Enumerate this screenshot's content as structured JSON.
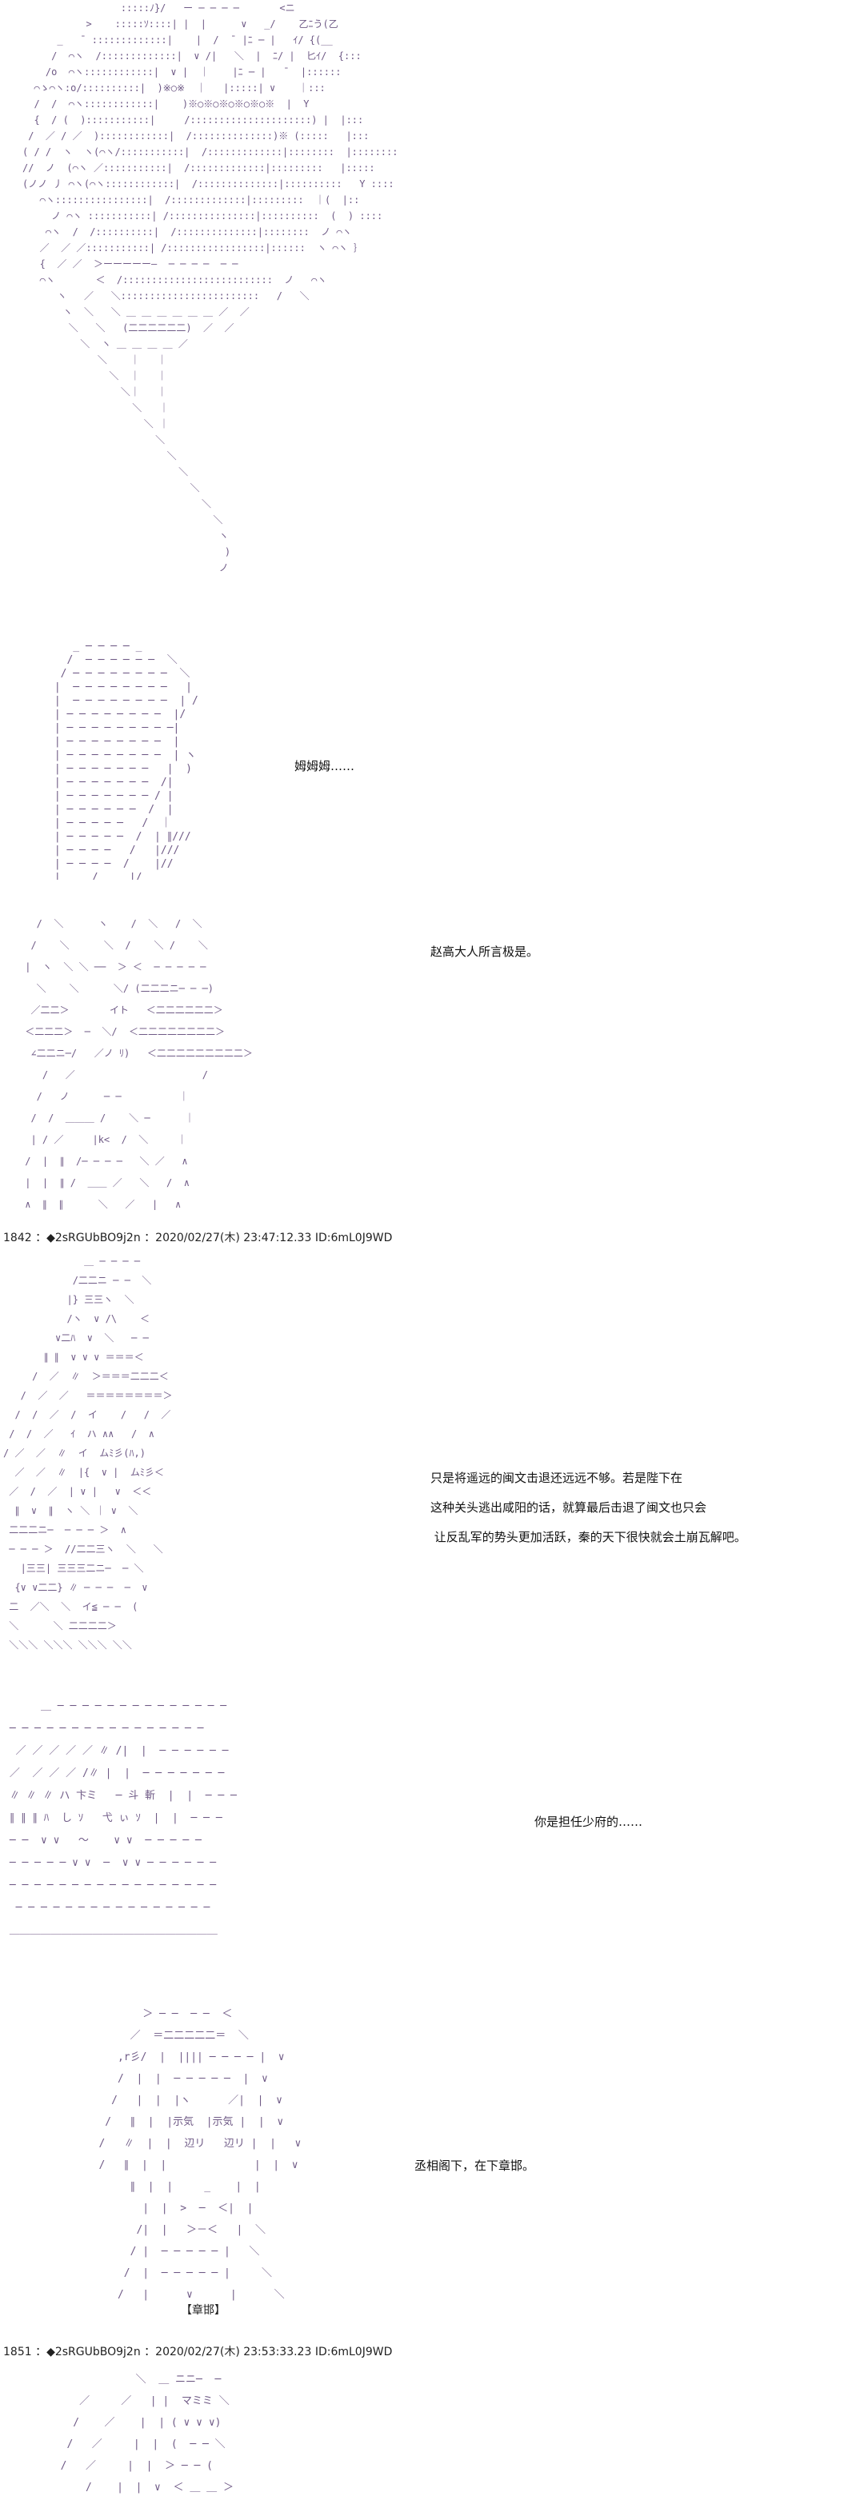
{
  "scenes": [
    {
      "art": "                 :::::ﾉ}/   ー ─ ─ ─ ─       <ニ          \n           >    :::::ｿ::::| |  |      ∨   _/    乙ﾆう(乙\n      _   ̄  :::::::::::::|    |  /  ̄  |ﾆ ─ |   ｲ/ {(__\n     /  ⌒ヽ  /:::::::::::::|  ∨ /|   ＼  |  ﾆ/ |  匕ｲ/  {:::\n    /o  ⌒ヽ::::::::::::|  ∨ |  ｜    |ﾆ ─ |   ̄   |::::::\n  ⌒ゝ⌒ヽ:o/::::::::::|  )※○※  ｜   |:::::| ∨    ｜:::\n  /  /  ⌒ヽ::::::::::::|    )※○※○※○※○※○※  |  Y\n  {  / (  ):::::::::::|     /:::::::::::::::::::::) |  |:::\n /  ／ / ／  )::::::::::::|  /::::::::::::::)※ (:::::   |:::\n( / /  ヽ  ヽ(⌒ヽ/:::::::::::|  /:::::::::::::|::::::::  |::::::::\n//  ノ  (⌒ヽ ／:::::::::::|  /:::::::::::::|:::::::::   |:::::\n(ノノ 丿 ⌒ヽ(⌒ヽ::::::::::::|  /::::::::::::::|::::::::::   Y ::::\n   ⌒ヽ::::::::::::::::|  /:::::::::::::|:::::::::  ｜(  |::\n     ノ ⌒ヽ :::::::::::| /:::::::::::::::|::::::::::  (  ) ::::\n    ⌒ヽ  /  /::::::::::|  /::::::::::::::|::::::::  ノ ⌒ヽ\n   ／  ／ ／:::::::::::| /:::::::::::::::::|::::::  ヽ ⌒ヽ ｝\n   {  ／ ／  ＞ーーーーー―  ─ ─ ─ ─  ─ ─\n   ⌒ヽ       ＜  /::::::::::::::::::::::::::  ノ   ⌒ヽ\n      ヽ   ／   ＼::::::::::::::::::::::::   /   ＼\n       ヽ  ＼   ＼ ＿ ＿ ＿ ＿ ＿ ＿ ／  ／\n        ＼   ＼   (二二二二二二)  ／  ／\n          ＼  ヽ ＿ ＿ ＿ ＿ ／\n             ＼    ｜   ｜\n               ＼  ｜   ｜\n                 ＼｜   ｜\n                   ＼   ｜\n                     ＼ ｜\n                       ＼\n                         ＼\n                           ＼\n                             ＼\n                               ＼\n                                 ＼\n                                  ヽ\n                                   )\n                                  ノ",
      "dialogue": ""
    },
    {
      "art": "    _ ─ ─ ─ ─ _\n   /  ─ ─ ─ ─ ─ ─  ＼\n  / ─ ─ ─ ─ ─ ─ ─ ─  ＼\n |  ─ ─ ─ ─ ─ ─ ─ ─   |\n |  ─ ─ ─ ─ ─ ─ ─ ─  | /\n | ─ ─ ─ ─ ─ ─ ─ ─  |/\n | ─ ─ ─ ─ ─ ─ ─ ─ ─|\n | ─ ─ ─ ─ ─ ─ ─ ─  |\n | ─ ─ ─ ─ ─ ─ ─ ─  | ヽ\n | ─ ─ ─ ─ ─ ─ ─   |  )\n | ─ ─ ─ ─ ─ ─ ─  /|\n | ─ ─ ─ ─ ─ ─ ─ / |\n | ─ ─ ─ ─ ─ ─  /  |\n | ─ ─ ─ ─ ─   /  ｜\n | ─ ─ ─ ─ ─  /  | ∥///\n | ─ ─ ─ ─   /   |///\n | ─ ─ ─ ─  /    |//\n |_____/_____|/",
      "dialogue": "姆姆姆……"
    },
    {
      "art": "   /  ＼      ヽ    /  ＼   /  ＼\n  /    ＼      ＼  /    ＼ /    ＼\n |  ヽ  ＼ ＼ ──  ＞ ＜  ─ ─ ─ ─ ─\n   ＼    ＼      ＼/ (二二二ニ─ ─ ─)\n  ／二二＞       イト   ＜二二二二二二＞\n ＜二二二＞  ─  ＼/  ＜二二二二二二二二＞\n  ∠二二ニ─/   ／ノ ﾘ)   ＜二二二二二二二二二＞\n    /   ／                      /\n   /   ノ      ─ ─          ｜\n  /  /  ＿＿＿ /    ＼ ─      ｜\n  | / ／     |k<  /  ＼     ｜\n /  |  ∥  /─ ─ ─ ─   ＼ ／   ∧\n |  |  ∥ /  ＿＿ ／   ＼   /  ∧\n ∧  ∥  ∥      ＼   ／   |   ∧",
      "dialogue": "赵高大人所言极是。"
    },
    {
      "header": "1842 ：◆2sRGUbBO9j2n ：2020/02/27(木) 23:47:12.33 ID:6mL0J9WD",
      "art": "              ＿ ─ ─ ─ ─\n            /二二ニ ─ ─  ＼\n           |} 三三ヽ  ＼\n           /ヽ  ∨ /\\    ＜\n         ∨二ﾊ  ∨  ＼   ─ ─\n       ∥ ∥  ∨ ∨ ∨ ＝＝＝＜\n     /  ／  ∥  ＞＝＝＝二二二＜\n   /  ／  ／   ＝＝＝＝＝＝＝＝＞\n  /  /  ／  /  イ    /   /  ／\n /  /  ／   ｲ  ハ ∧∧   /  ∧\n/ ／  ／  ∥  イ  ムﾐ彡(ﾊ,)\n  ／  ／  ∥  |{  ∨ |  ムﾐ彡＜\n ／  /  ／  | ∨ |   ∨  ＜＜\n  ∥  ∨  ∥  ヽ ＼ ｜ ∨  ＼\n 二二二ニ─  ─ ─ ─ ＞  ∧\n ─ ─ ─ ＞  //二二三ヽ  ＼   ＼\n   |三三| 三三三二ニ─  ─ ＼\n  {∨ ∨二二} ∥ ─ ─ ─  ─  ∨\n 二  ／＼  ＼  イ≦ ─ ─  (\n ＼      ＼ 二二二二＞\n ＼＼＼ ＼＼＼ ＼＼＼ ＼＼",
      "dialogue": "只是将遥远的闽文击退还远远不够。若是陛下在\n这种关头逃出咸阳的话，就算最后击退了闽文也只会\n 让反乱军的势头更加活跃，秦的天下很快就会土崩瓦解吧。"
    },
    {
      "art": "      ＿ ─ ─ ─ ─ ─ ─ ─ ─ ─ ─ ─ ─ ─ ─\n ─ ─ ─ ─ ─ ─ ─ ─ ─ ─ ─ ─ ─ ─ ─ ─\n  ／ ／ ／ ／ ／ ∥ /|  |  ─ ─ ─ ─ ─ ─\n ／  ／ ／ ／ /∥ |  |  ─ ─ ─ ─ ─ ─ ─\n ∥ ∥ ∥ ハ 卞ミ   ─ 斗 斬  |  |  ─ ─ ─\n ∥ ∥ ∥ ﾊ  し ｿ   弋 ぃ ｿ  |  |  ─ ─ ─\n ─ ─  ∨ ∨   〜    ∨ ∨  ─ ─ ─ ─ ─\n ─ ─ ─ ─ ─ ∨ ∨  ─  ∨ ∨ ─ ─ ─ ─ ─ ─\n ─ ─ ─ ─ ─ ─ ─ ─ ─ ─ ─ ─ ─ ─ ─ ─ ─\n  ─ ─ ─ ─ ─ ─ ─ ─ ─ ─ ─ ─ ─ ─ ─ ─\n ＿＿＿＿＿＿＿＿＿＿＿＿＿＿＿＿＿＿＿＿",
      "dialogue": "你是担任少府的……"
    },
    {
      "art": "          ＞ ─ ─  ─ ─  ＜\n        ／  ＝二二二二二＝  ＼\n      ,r彡/  |  |||| ─ ─ ─ ─ |  ∨\n      /  |  |  ─ ─ ─ ─ ─  |  ∨\n     /   |  |  |ヽ      ／|  |  ∨\n    /   ∥  |  |示気  |示気 |  |  ∨\n   /   ∥  |  |  辺リ   辺リ |  |   ∨\n   /   ∥  |  |              |  |  ∨\n        ∥  |  |     _    |  |\n          |  |  >  ─  ＜|  |\n         /|  |   ＞－＜   |  ＼\n        / |  ─ ─ ─ ─ ─ |   ＼\n       /  |  ─ ─ ─ ─ ─ |     ＼\n      /   |      ∨      |      ＼",
      "dialogue": "丞相阁下，在下章邯。",
      "caption": "【章邯】"
    },
    {
      "header": "1851 ：◆2sRGUbBO9j2n ：2020/02/27(木) 23:53:33.23 ID:6mL0J9WD",
      "art": "              ＼  ＿ ニニ─  ─\n     ／     ／   | |  マミミ ＼\n    /    ／    |  | ( ∨ ∨ ∨)\n   /   ／     |  |  (  ─ ─ ＼\n  /   ／     |  |  ＞ ─ ─ (\n      /    |  |  ∨  ＜ ＿ ＿ ＞"
    }
  ]
}
